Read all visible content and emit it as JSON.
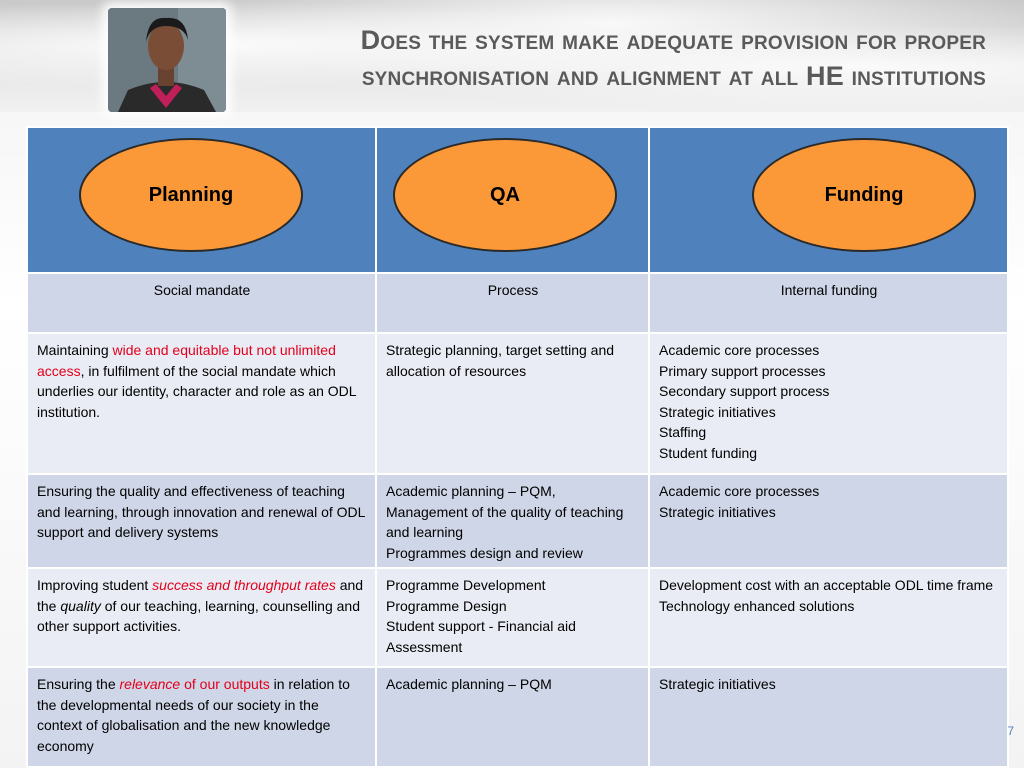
{
  "slide": {
    "title_line1": "Does the system make adequate provision for proper",
    "title_line2": "synchronisation and alignment at all HE institutions",
    "page_number": "7"
  },
  "table": {
    "ovals": [
      "Planning",
      "QA",
      "Funding"
    ],
    "subheaders": [
      "Social mandate",
      "Process",
      "Internal funding"
    ],
    "rows": [
      {
        "c1": {
          "pre": "Maintaining ",
          "hl": "wide and equitable but not unlimited access",
          "post": ", in fulfilment of the social mandate which underlies our identity, character and role as an ODL institution."
        },
        "c2": [
          "Strategic planning, target setting and allocation of resources"
        ],
        "c3": [
          "Academic core processes",
          "Primary support processes",
          "Secondary support process",
          "Strategic initiatives",
          "Staffing",
          "Student funding"
        ]
      },
      {
        "c1": {
          "text": "Ensuring the quality and effectiveness of teaching and learning, through innovation and renewal of ODL support and delivery systems"
        },
        "c2": [
          "Academic planning – PQM,",
          "Management of the quality of teaching and learning",
          "Programmes design and review"
        ],
        "c3": [
          "Academic core processes",
          "Strategic initiatives"
        ]
      },
      {
        "c1": {
          "a": "Improving student ",
          "b_italic_red": "success and throughput rates",
          "c": " and the ",
          "d_italic": "quality",
          "e": " of our teaching, learning, counselling and other support activities."
        },
        "c2": [
          "Programme Development",
          "Programme Design",
          "Student support  - Financial aid",
          "Assessment"
        ],
        "c3": [
          "Development cost with an acceptable ODL time frame",
          "Technology enhanced solutions"
        ]
      },
      {
        "c1": {
          "a": "Ensuring the ",
          "b_italic_red": "relevance",
          "c_red": " of our outputs",
          "d": " in relation to the developmental needs of our society in the context of globalisation and the new knowledge economy"
        },
        "c2": [
          "Academic planning – PQM"
        ],
        "c3": [
          "Strategic initiatives"
        ]
      }
    ]
  }
}
